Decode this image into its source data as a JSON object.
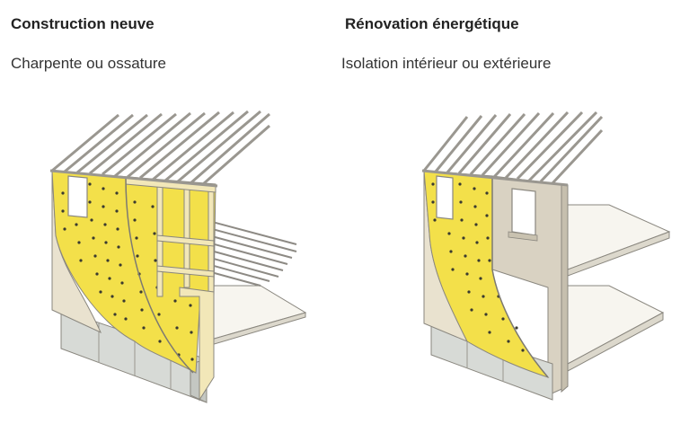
{
  "panels": [
    {
      "title": "Construction neuve",
      "subtitle": "Charpente ou ossature",
      "illustration": "wall-frame-with-insulation-and-roof-trusses"
    },
    {
      "title": "Rénovation énergétique",
      "subtitle": "Isolation intérieur ou extérieure",
      "illustration": "masonry-wall-with-interior-insulation"
    }
  ],
  "colors": {
    "insulation": "#f3e04a",
    "plaster": "#e9e2cf",
    "frame_wood": "#f2e7b8",
    "floor_slab": "#f7f5ef",
    "foundation": "#d7dad6",
    "masonry": "#d9d2c2",
    "outline": "#7d7a72"
  }
}
